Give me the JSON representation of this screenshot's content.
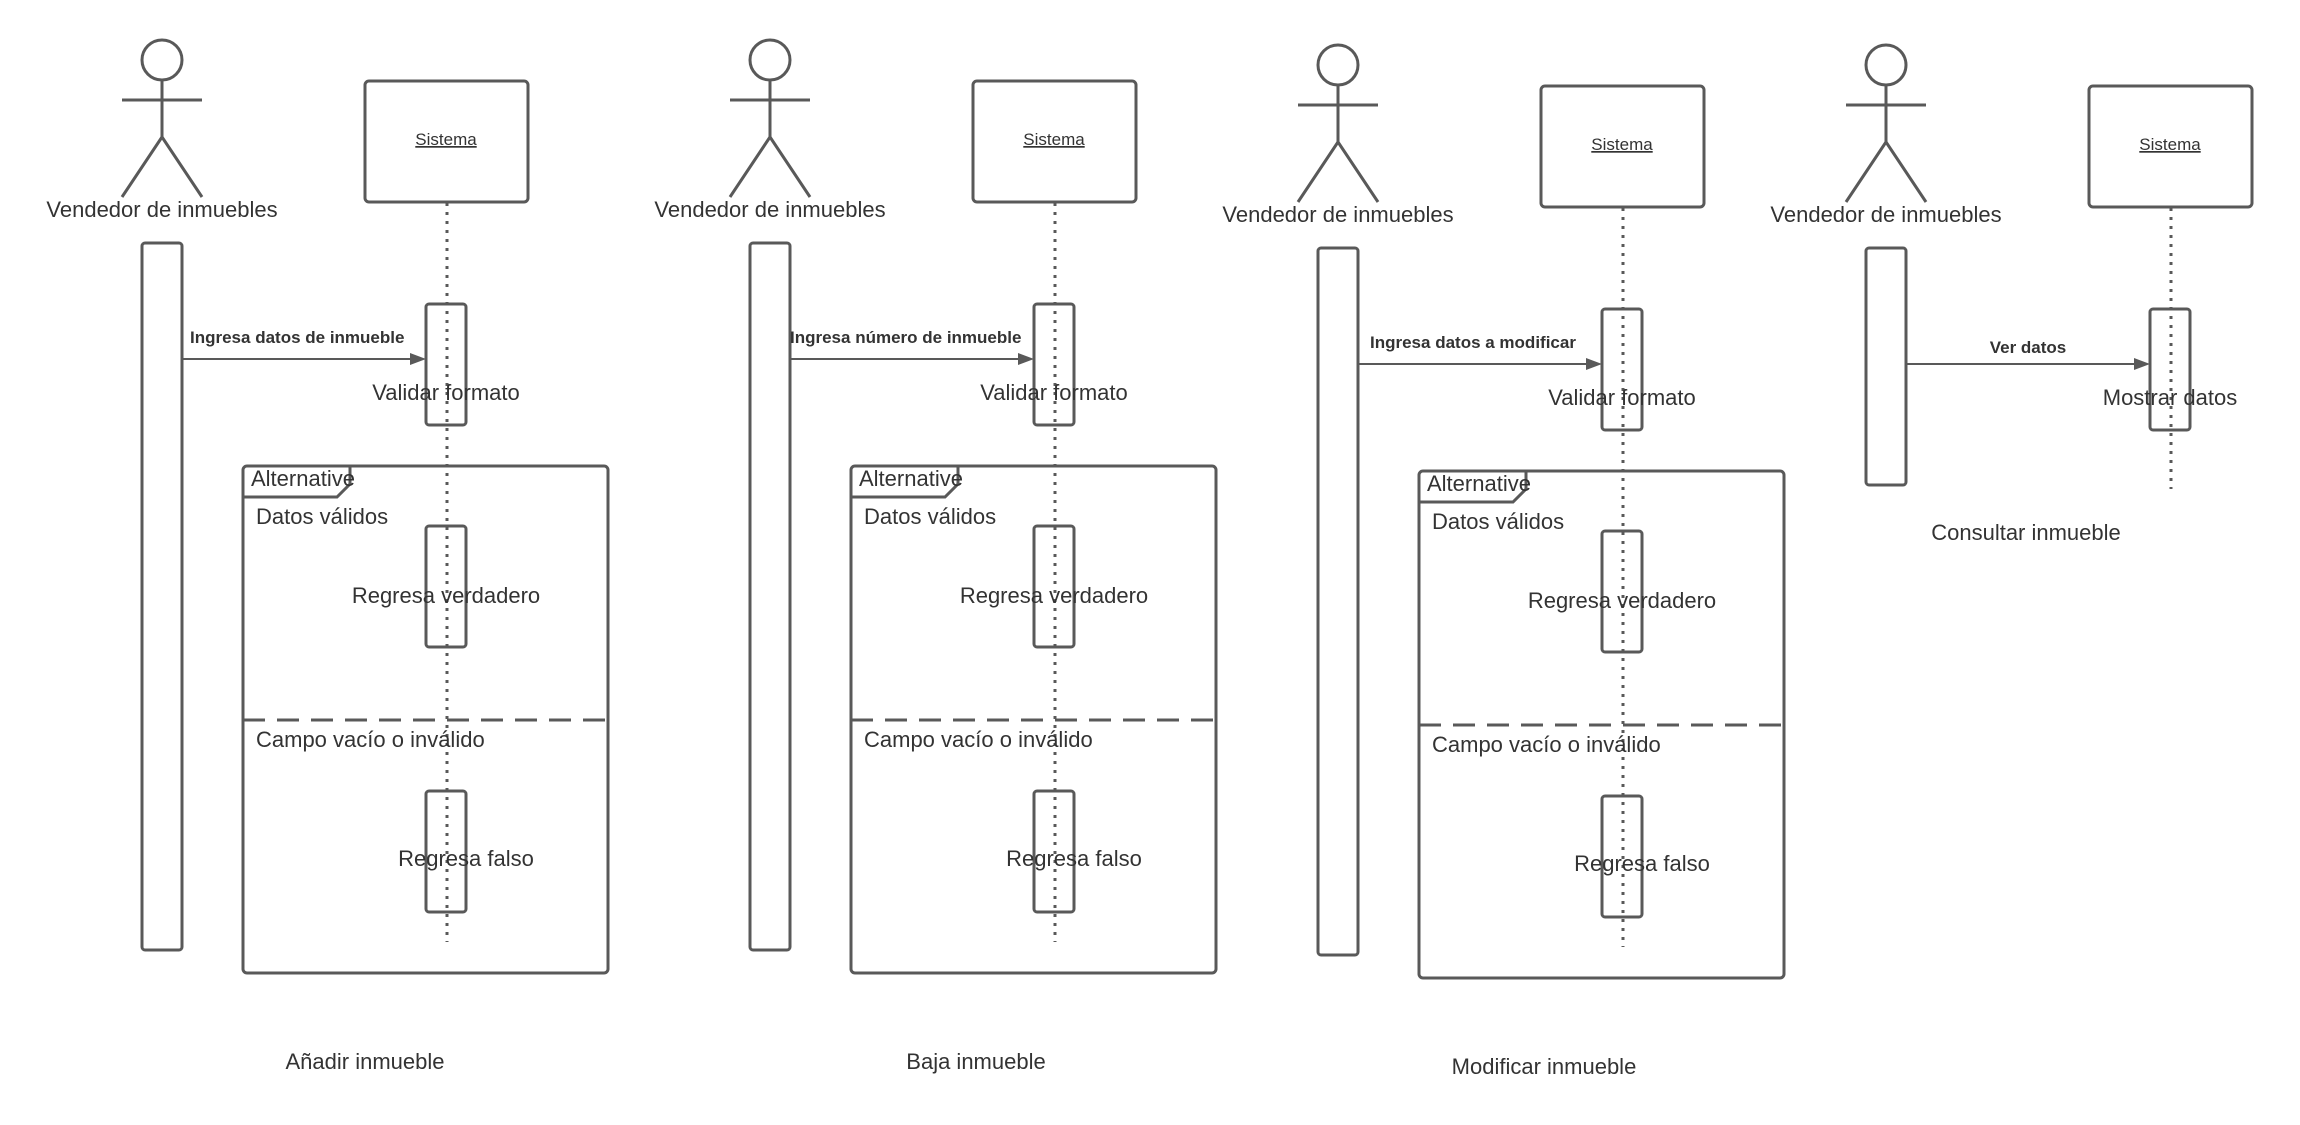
{
  "colors": {
    "stroke": "#595959",
    "text": "#333333",
    "background": "#ffffff"
  },
  "icons": {
    "actor": "stick-figure-icon",
    "arrowhead": "filled-triangle"
  },
  "diagrams": [
    {
      "caption": "Añadir inmueble",
      "actor": "Vendedor de inmuebles",
      "system": "Sistema",
      "message": "Ingresa datos de inmueble",
      "activation_note": "Validar formato",
      "alternative": {
        "label": "Alternative",
        "guards": [
          "Datos válidos",
          "Campo vacío o inválido"
        ],
        "results": [
          "Regresa verdadero",
          "Regresa falso"
        ]
      }
    },
    {
      "caption": "Baja inmueble",
      "actor": "Vendedor de inmuebles",
      "system": "Sistema",
      "message": "Ingresa número de inmueble",
      "activation_note": "Validar formato",
      "alternative": {
        "label": "Alternative",
        "guards": [
          "Datos válidos",
          "Campo vacío o inválido"
        ],
        "results": [
          "Regresa verdadero",
          "Regresa falso"
        ]
      }
    },
    {
      "caption": "Modificar inmueble",
      "actor": "Vendedor de inmuebles",
      "system": "Sistema",
      "message": "Ingresa datos a modificar",
      "activation_note": "Validar formato",
      "alternative": {
        "label": "Alternative",
        "guards": [
          "Datos válidos",
          "Campo vacío o inválido"
        ],
        "results": [
          "Regresa verdadero",
          "Regresa falso"
        ]
      }
    },
    {
      "caption": "Consultar inmueble",
      "actor": "Vendedor de inmuebles",
      "system": "Sistema",
      "message": "Ver datos",
      "activation_note": "Mostrar datos"
    }
  ]
}
